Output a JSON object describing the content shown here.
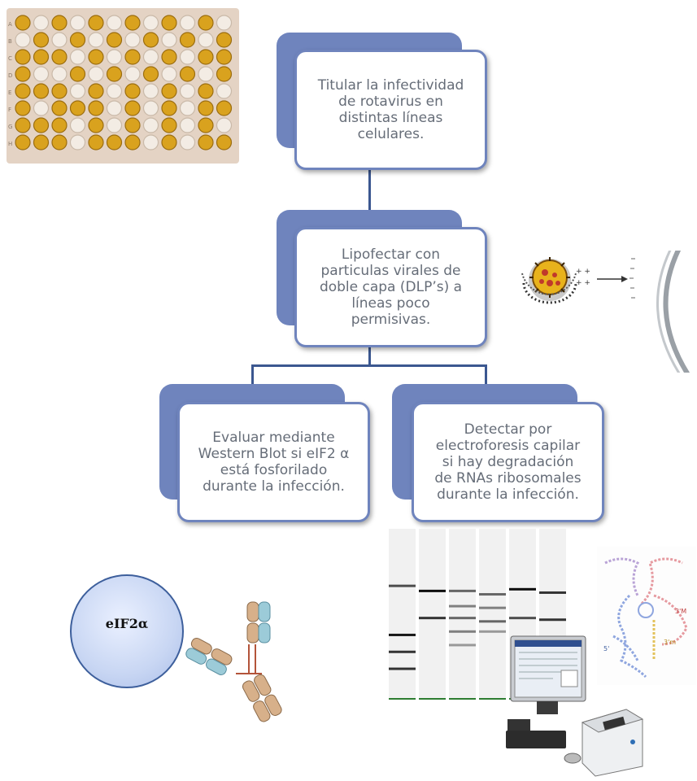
{
  "flow": {
    "box1": "Titular la infectividad\nde rotavirus en\ndistintas líneas\ncelulares.",
    "box2": "Lipofectar con\nparticulas virales de\ndoble capa (DLP’s) a\nlíneas poco\npermisivas.",
    "box3": "Evaluar mediante\nWestern Blot si eIF2 α\nestá fosforilado\ndurante la infección.",
    "box4": "Detectar por\nelectroforesis capilar\nsi hay degradación\nde RNAs ribosomales\ndurante la infección."
  },
  "illustrations": {
    "eif2_label": "eIF2α",
    "plate_rows": [
      "A",
      "B",
      "C",
      "D",
      "E",
      "F",
      "G",
      "H"
    ],
    "rrna_labels": [
      "3'M",
      "3'm",
      "5'"
    ]
  },
  "colors": {
    "box_back": "#6f84bd",
    "connector": "#3b5790",
    "text": "#666d78",
    "well_yellow": "#d9a21e"
  },
  "icons": [
    "well-plate-photo",
    "virus-icon",
    "cell-membrane-icon",
    "antibody-icon",
    "gel-image",
    "rrna-structure-icon",
    "computer-icon"
  ]
}
